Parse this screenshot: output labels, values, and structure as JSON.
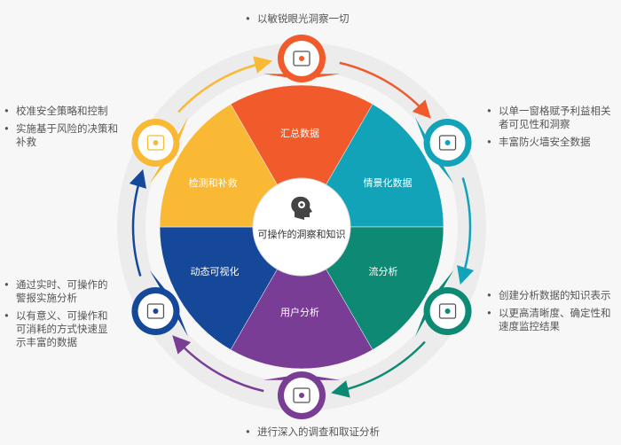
{
  "center": {
    "label": "可操作的洞察和知识",
    "icon": "brain-gear-icon"
  },
  "segments": [
    {
      "label": "汇总数据",
      "color": "#f15a2b",
      "icon": "funnel-icon"
    },
    {
      "label": "情景化数据",
      "color": "#12a3b9",
      "icon": "network-icon"
    },
    {
      "label": "流分析",
      "color": "#0e8a74",
      "icon": "magnifier-chart-icon"
    },
    {
      "label": "用户分析",
      "color": "#7a3d96",
      "icon": "search-target-icon"
    },
    {
      "label": "动态可视化",
      "color": "#16489a",
      "icon": "bar-chart-icon"
    },
    {
      "label": "检测和补救",
      "color": "#f9b935",
      "icon": "warning-window-icon"
    }
  ],
  "notes": {
    "top": [
      "以敏锐眼光洞察一切"
    ],
    "upper_right": [
      "以单一窗格赋予利益相关者可见性和洞察",
      "丰富防火墙安全数据"
    ],
    "lower_right": [
      "创建分析数据的知识表示",
      "以更高清晰度、确定性和速度监控结果"
    ],
    "bottom": [
      "进行深入的调查和取证分析"
    ],
    "lower_left": [
      "通过实时、可操作的警报实施分析",
      "以有意义、可操作和可消耗的方式快速显示丰富的数据"
    ],
    "upper_left": [
      "校准安全策略和控制",
      "实施基于风险的决策和补救"
    ]
  }
}
